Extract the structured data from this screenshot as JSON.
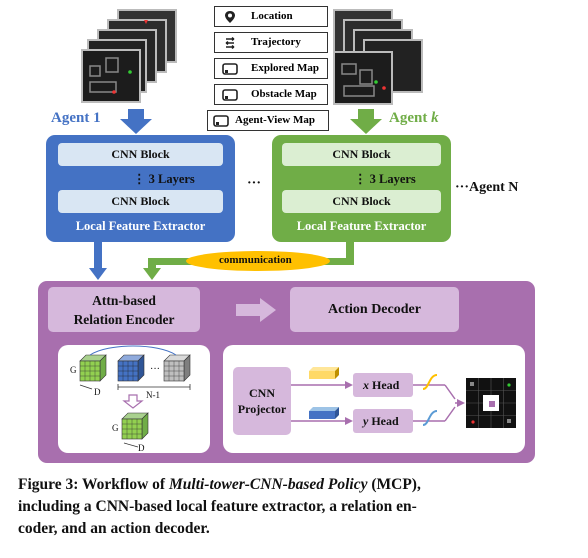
{
  "legend": {
    "items": [
      {
        "label": "Location",
        "icon": "location-pin-icon"
      },
      {
        "label": "Trajectory",
        "icon": "trajectory-icon"
      },
      {
        "label": "Explored Map",
        "icon": "map-icon"
      },
      {
        "label": "Obstacle Map",
        "icon": "map-icon"
      },
      {
        "label": "Agent-View Map",
        "icon": "map-icon"
      }
    ]
  },
  "agents": {
    "agent1": "Agent 1",
    "agentk_prefix": "Agent",
    "agentk_var": "k",
    "dots_mid": "···",
    "agentN": "···Agent N"
  },
  "extractor": {
    "block_label": "CNN Block",
    "layers_label": "3 Layers",
    "title": "Local Feature Extractor"
  },
  "communication": "communication",
  "decoder_area": {
    "attn_line1": "Attn-based",
    "attn_line2": "Relation Encoder",
    "action_decoder": "Action Decoder",
    "cnn_projector_line1": "CNN",
    "cnn_projector_line2": "Projector",
    "x_head_var": "x",
    "y_head_var": "y",
    "head_word": "Head",
    "g_label": "G",
    "d_label": "D",
    "n_minus_1": "N-1",
    "ellipsis": "···"
  },
  "caption": {
    "p1": "Figure 3: Workflow of ",
    "italic": "Multi-tower-CNN-based Policy",
    "p2": " (MCP),",
    "line2": "including a CNN-based local feature extractor, a relation en-",
    "line3": "coder, and an action decoder."
  },
  "colors": {
    "blue": "#4472c4",
    "green": "#70ad47",
    "purple": "#a86fae",
    "light_purple": "#d6b8dc",
    "orange": "#ffc000"
  }
}
